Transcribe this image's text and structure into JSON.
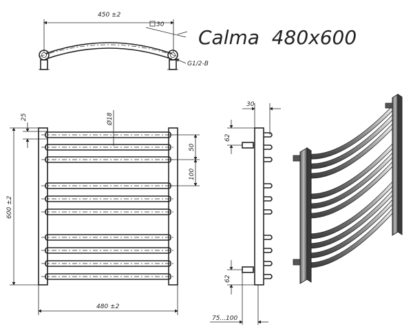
{
  "title": "Calma  480x600",
  "dimensions": {
    "top_width": "450 ±2",
    "square": "30",
    "thread": "G1/2-B",
    "tube_diameter": "Ø18",
    "edge_offset": "25",
    "spacing_small": "50",
    "spacing_large": "100",
    "height": "600 ±2",
    "width": "480 ±2",
    "side_depth": "30",
    "upper_offset": "62",
    "lower_offset": "62",
    "wall_distance": "75...100"
  }
}
